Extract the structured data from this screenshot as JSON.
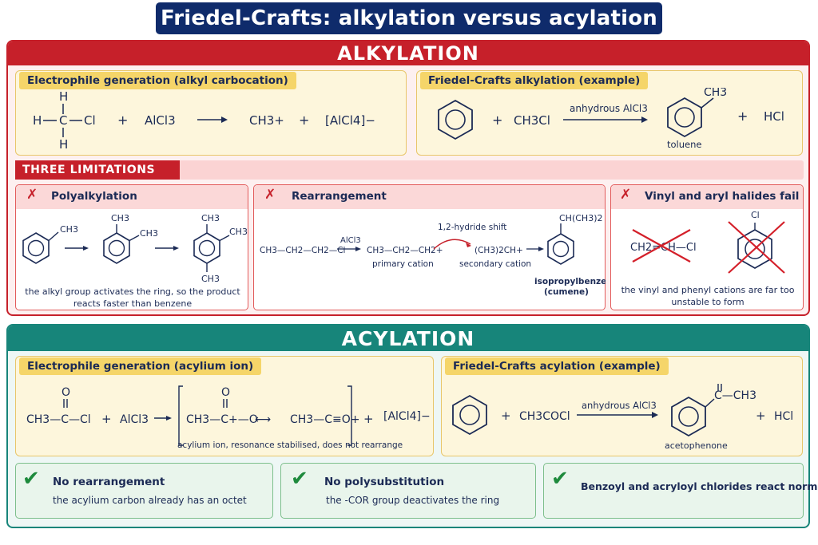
{
  "title": "Friedel-Crafts: alkylation versus acylation",
  "alkylation": {
    "heading": "ALKYLATION",
    "electrophile": {
      "label": "Electrophile generation (alkyl carbocation)",
      "atom_h": "H",
      "atom_c": "C",
      "atom_cl": "Cl",
      "plus": "+",
      "reagent": "AlCl3",
      "product_cation": "CH3+",
      "product_anion": "[AlCl4]−"
    },
    "example": {
      "label": "Friedel-Crafts alkylation (example)",
      "reagent": "CH3Cl",
      "condition": "anhydrous AlCl3",
      "substituent": "CH3",
      "product_name": "toluene",
      "byproduct": "HCl",
      "plus": "+"
    },
    "limitations": {
      "label": "THREE LIMITATIONS",
      "poly": {
        "title": "Polyalkylation",
        "sub": "CH3",
        "note": "the alkyl group activates the ring, so the product reacts faster than benzene"
      },
      "rearr": {
        "title": "Rearrangement",
        "reactant": "CH3—CH2—CH2—Cl",
        "condition": "AlCl3",
        "primary": "CH3—CH2—CH2+",
        "primary_label": "primary cation",
        "shift": "1,2-hydride shift",
        "secondary": "(CH3)2CH+",
        "secondary_label": "secondary cation",
        "product_sub": "CH(CH3)2",
        "product_name_1": "isopropylbenzene",
        "product_name_2": "(cumene)"
      },
      "vinyl": {
        "title": "Vinyl and aryl halides fail",
        "formula": "CH2=CH—Cl",
        "aryl_sub": "Cl",
        "note": "the vinyl and phenyl cations are far too unstable to form"
      }
    }
  },
  "acylation": {
    "heading": "ACYLATION",
    "electrophile": {
      "label": "Electrophile generation (acylium ion)",
      "atom_o": "O",
      "acyl": "CH3—C—Cl",
      "reagent": "AlCl3",
      "res1": "CH3—C+—O",
      "res2": "CH3—C≡O+",
      "anion": "[AlCl4]−",
      "plus": "+",
      "note": "acylium ion, resonance stabilised, does not rearrange"
    },
    "example": {
      "label": "Friedel-Crafts acylation (example)",
      "reagent": "CH3COCl",
      "condition": "anhydrous AlCl3",
      "substituent": "C—CH3",
      "atom_o": "O",
      "product_name": "acetophenone",
      "byproduct": "HCl",
      "plus": "+"
    },
    "advantages": [
      {
        "title": "No rearrangement",
        "note": "the acylium carbon already has an octet"
      },
      {
        "title": "No polysubstitution",
        "note": "the -COR group deactivates the ring"
      },
      {
        "title": "Benzoyl and acryloyl chlorides react normally",
        "note": ""
      }
    ]
  },
  "colors": {
    "navy": "#0f2b6b",
    "red": "#c6202a",
    "teal": "#17857a",
    "yellow": "#f5d569",
    "green": "#1e8a3c"
  }
}
